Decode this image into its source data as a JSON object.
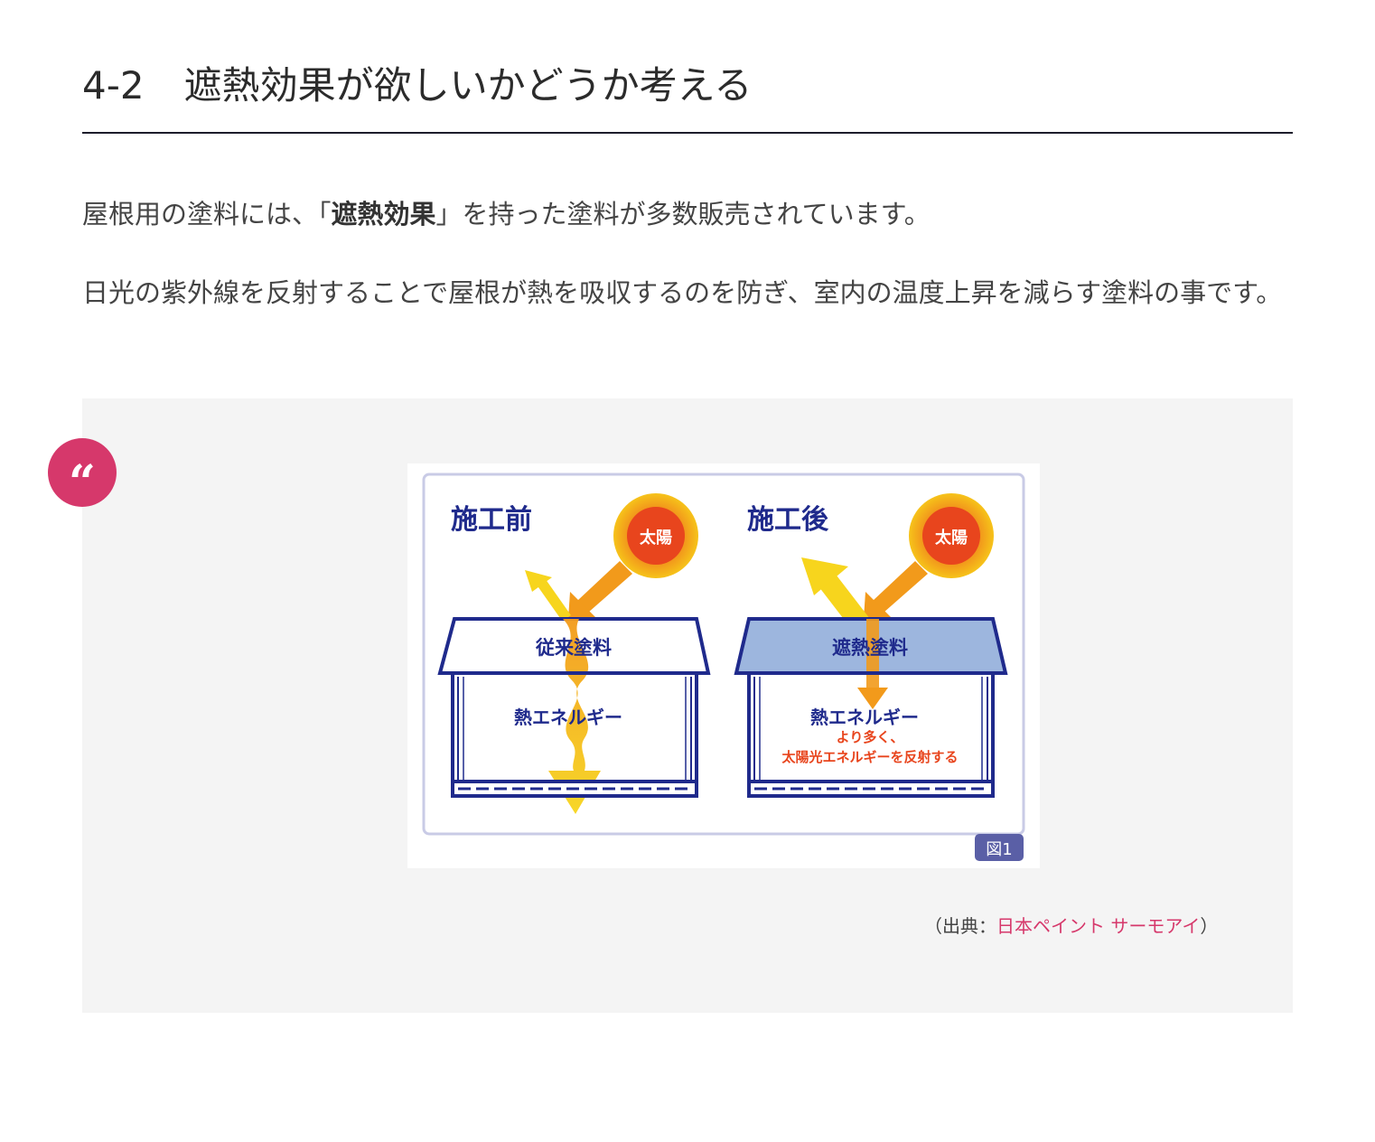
{
  "section": {
    "number": "4-2",
    "title": "遮熱効果が欲しいかどうか考える"
  },
  "paragraphs": {
    "p1_before": "屋根用の塗料には、「",
    "p1_bold": "遮熱効果",
    "p1_after": "」を持った塗料が多数販売されています。",
    "p2": "日光の紫外線を反射することで屋根が熱を吸収するのを防ぎ、室内の温度上昇を減らす塗料の事です。"
  },
  "figure": {
    "before_title": "施工前",
    "after_title": "施工後",
    "sun_label": "太陽",
    "roof_conventional": "従来塗料",
    "roof_heat_shield": "遮熱塗料",
    "heat_energy": "熱エネルギー",
    "reflect_line1": "より多く、",
    "reflect_line2": "太陽光エネルギーを反射する",
    "figure_label": "図1",
    "colors": {
      "navy": "#1f2a8c",
      "sun_outer": "#f6c31a",
      "sun_inner": "#e8451d",
      "arrow_orange": "#f29a1b",
      "arrow_yellow": "#f7d51d",
      "roof_blue": "#9db6de",
      "reflect_text": "#e8451d"
    }
  },
  "source": {
    "open": "（出典：",
    "link": "日本ペイント サーモアイ",
    "close": "）"
  },
  "accent_color": "#d6386b"
}
